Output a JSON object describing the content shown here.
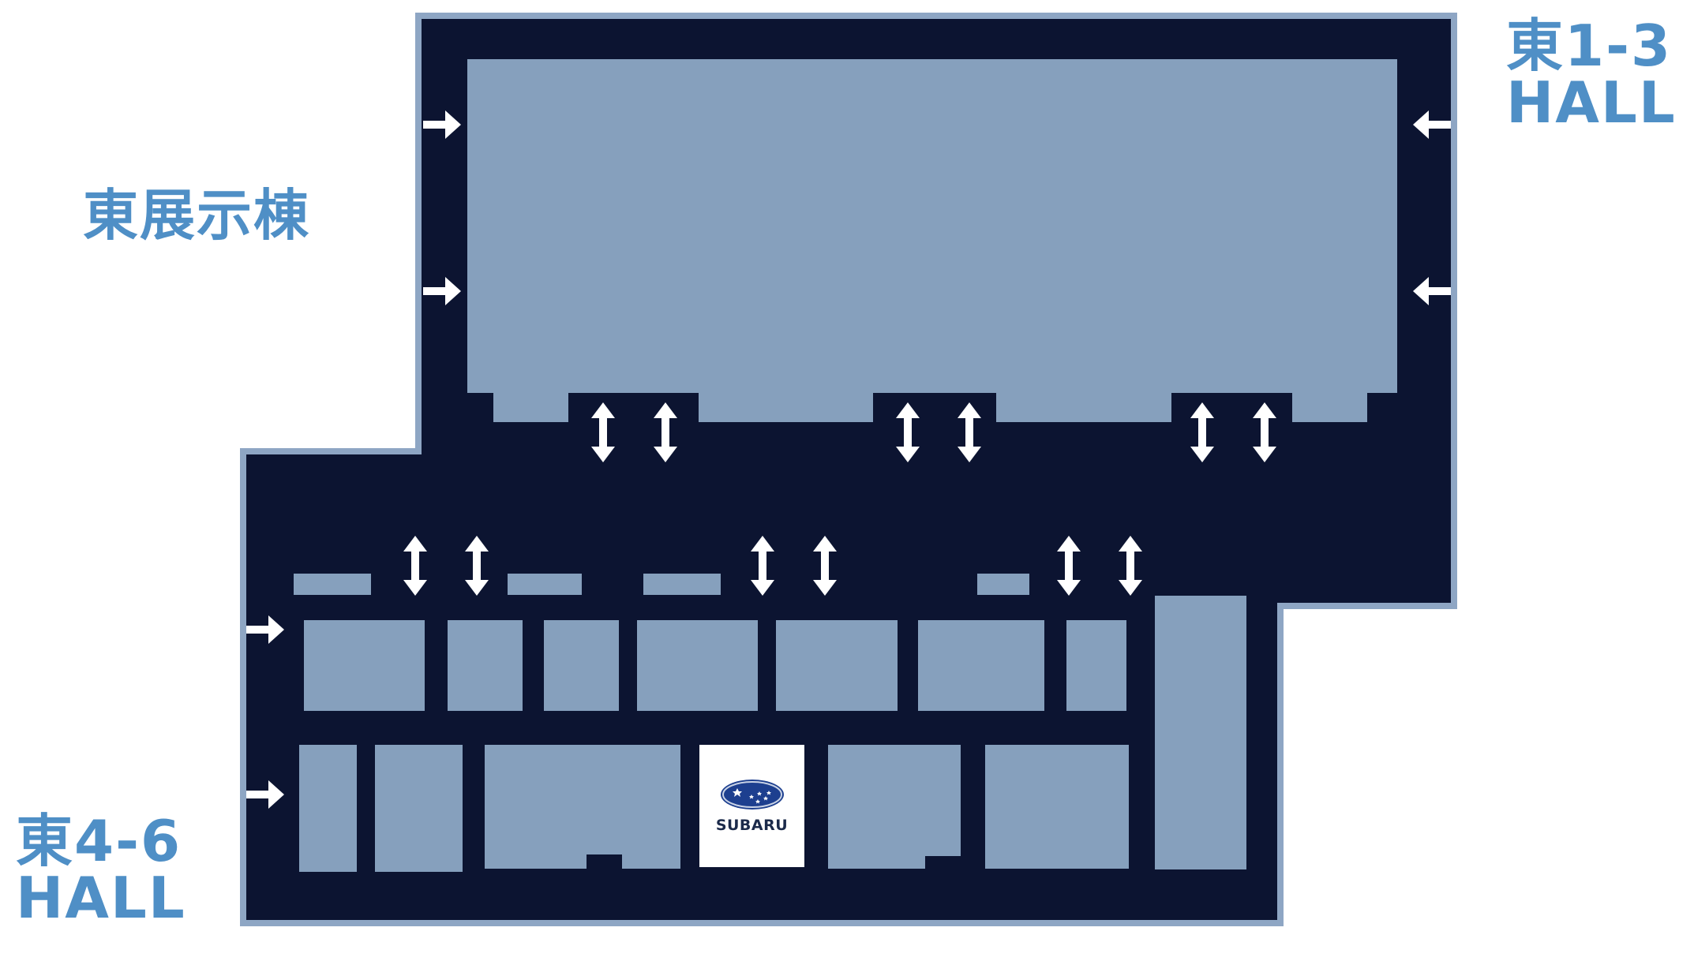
{
  "labels": {
    "building": "東展示棟",
    "hall_east13_line1": "東1-3",
    "hall_east13_line2": "HALL",
    "hall_east46_line1": "東4-6",
    "hall_east46_line2": "HALL"
  },
  "exhibitor": {
    "brand": "SUBARU"
  },
  "colors": {
    "floor": "#0c1431",
    "floor_edge": "#8ea6c4",
    "booth": "#86a0bd",
    "label": "#4f8fc6",
    "arrow": "#ffffff"
  },
  "icons": [
    "arrow-right-icon",
    "arrow-left-icon",
    "arrow-updown-icon",
    "subaru-logo-icon"
  ]
}
